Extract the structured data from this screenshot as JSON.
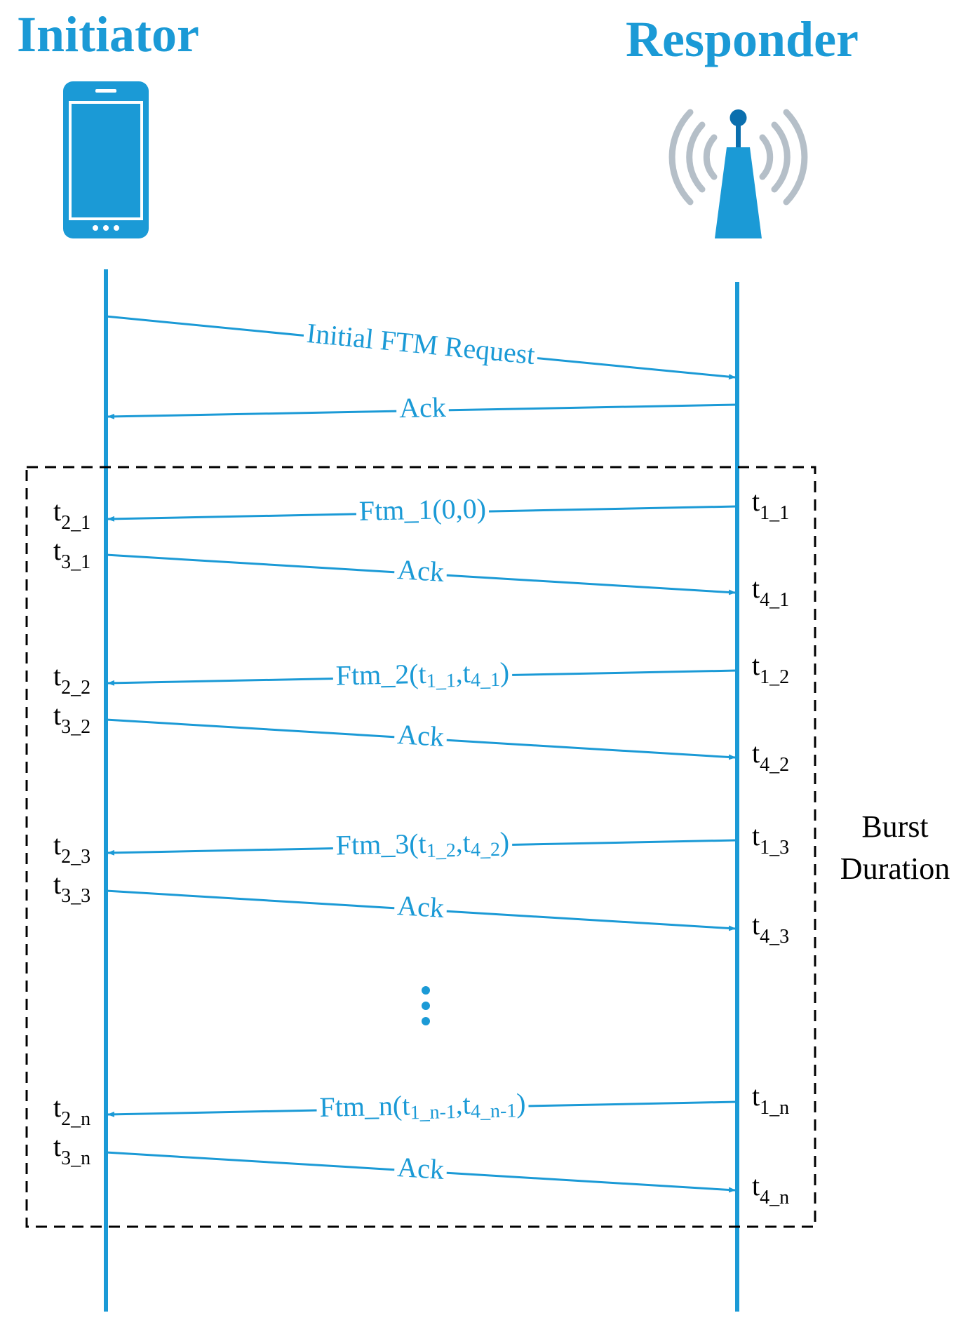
{
  "colors": {
    "primary": "#1B9AD6",
    "dark_blue": "#0B6FAE",
    "wave_gray": "#B5BFC8",
    "text": "#000000",
    "box_border": "#000000"
  },
  "initiator": {
    "title": "Initiator",
    "icon": "smartphone-icon"
  },
  "responder": {
    "title": "Responder",
    "icon": "antenna-tower-icon"
  },
  "burst": {
    "line1": "Burst",
    "line2": "Duration"
  },
  "ellipsis": "⋮",
  "messages": [
    {
      "id": "initial-ftm-request",
      "direction": "to-responder",
      "label": "Initial FTM Request",
      "label_parts": [
        {
          "t": "Initial FTM Request"
        }
      ]
    },
    {
      "id": "ack-0",
      "direction": "to-initiator",
      "label": "Ack",
      "label_parts": [
        {
          "t": "Ack"
        }
      ]
    },
    {
      "id": "ftm-1",
      "direction": "to-initiator",
      "label": "Ftm_1(0,0)",
      "label_parts": [
        {
          "t": "Ftm_1(0,0)"
        }
      ]
    },
    {
      "id": "ack-1",
      "direction": "to-responder",
      "label": "Ack",
      "label_parts": [
        {
          "t": "Ack"
        }
      ]
    },
    {
      "id": "ftm-2",
      "direction": "to-initiator",
      "label": "Ftm_2(t1_1,t4_1)",
      "label_parts": [
        {
          "t": "Ftm_2(t"
        },
        {
          "t": "1_1",
          "sub": true
        },
        {
          "t": ",t"
        },
        {
          "t": "4_1",
          "sub": true
        },
        {
          "t": ")"
        }
      ]
    },
    {
      "id": "ack-2",
      "direction": "to-responder",
      "label": "Ack",
      "label_parts": [
        {
          "t": "Ack"
        }
      ]
    },
    {
      "id": "ftm-3",
      "direction": "to-initiator",
      "label": "Ftm_3(t1_2,t4_2)",
      "label_parts": [
        {
          "t": "Ftm_3(t"
        },
        {
          "t": "1_2",
          "sub": true
        },
        {
          "t": ",t"
        },
        {
          "t": "4_2",
          "sub": true
        },
        {
          "t": ")"
        }
      ]
    },
    {
      "id": "ack-3",
      "direction": "to-responder",
      "label": "Ack",
      "label_parts": [
        {
          "t": "Ack"
        }
      ]
    },
    {
      "id": "ftm-n",
      "direction": "to-initiator",
      "label": "Ftm_n(t1_n-1,t4_n-1)",
      "label_parts": [
        {
          "t": "Ftm_n(t"
        },
        {
          "t": "1_n-1",
          "sub": true
        },
        {
          "t": ",t"
        },
        {
          "t": "4_n-1",
          "sub": true
        },
        {
          "t": ")"
        }
      ]
    },
    {
      "id": "ack-n",
      "direction": "to-responder",
      "label": "Ack",
      "label_parts": [
        {
          "t": "Ack"
        }
      ]
    }
  ],
  "timestamps": {
    "initiator": [
      {
        "base": "t",
        "sub": "2_1"
      },
      {
        "base": "t",
        "sub": "3_1"
      },
      {
        "base": "t",
        "sub": "2_2"
      },
      {
        "base": "t",
        "sub": "3_2"
      },
      {
        "base": "t",
        "sub": "2_3"
      },
      {
        "base": "t",
        "sub": "3_3"
      },
      {
        "base": "t",
        "sub": "2_n"
      },
      {
        "base": "t",
        "sub": "3_n"
      }
    ],
    "responder": [
      {
        "base": "t",
        "sub": "1_1"
      },
      {
        "base": "t",
        "sub": "4_1"
      },
      {
        "base": "t",
        "sub": "1_2"
      },
      {
        "base": "t",
        "sub": "4_2"
      },
      {
        "base": "t",
        "sub": "1_3"
      },
      {
        "base": "t",
        "sub": "4_3"
      },
      {
        "base": "t",
        "sub": "1_n"
      },
      {
        "base": "t",
        "sub": "4_n"
      }
    ]
  }
}
